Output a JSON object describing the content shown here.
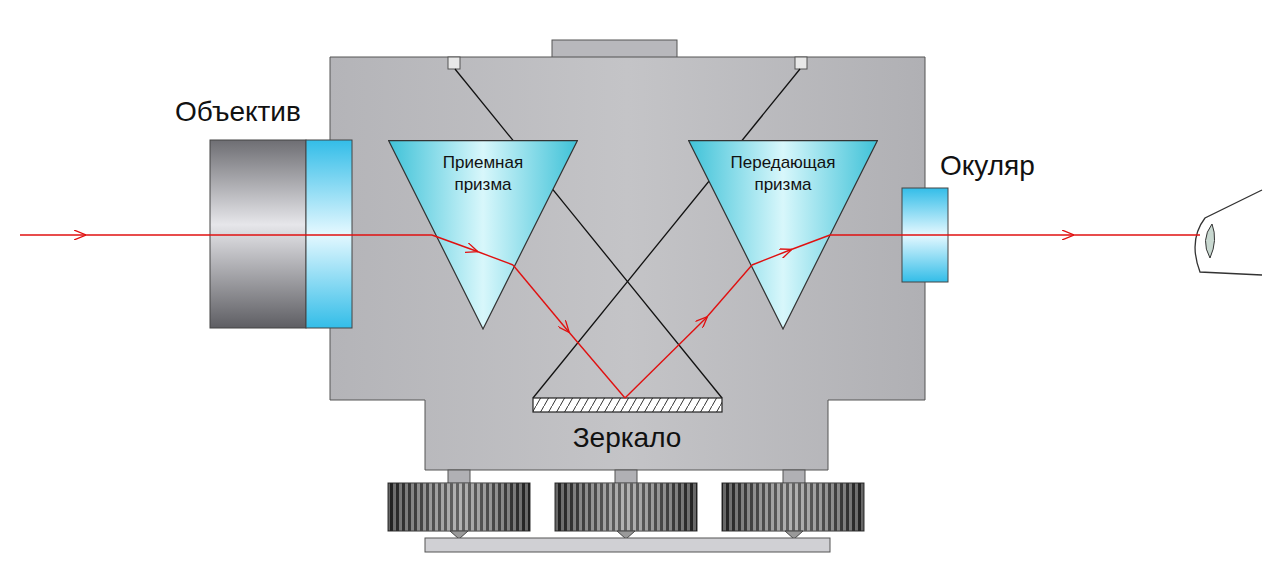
{
  "diagram": {
    "nodes": [
      {
        "text": [
          "Приемная призма"
        ]
      },
      {
        "text": [
          "Передающая призма"
        ]
      }
    ],
    "labels": [
      "Объектив",
      "Окуляр",
      "Зеркало"
    ]
  }
}
